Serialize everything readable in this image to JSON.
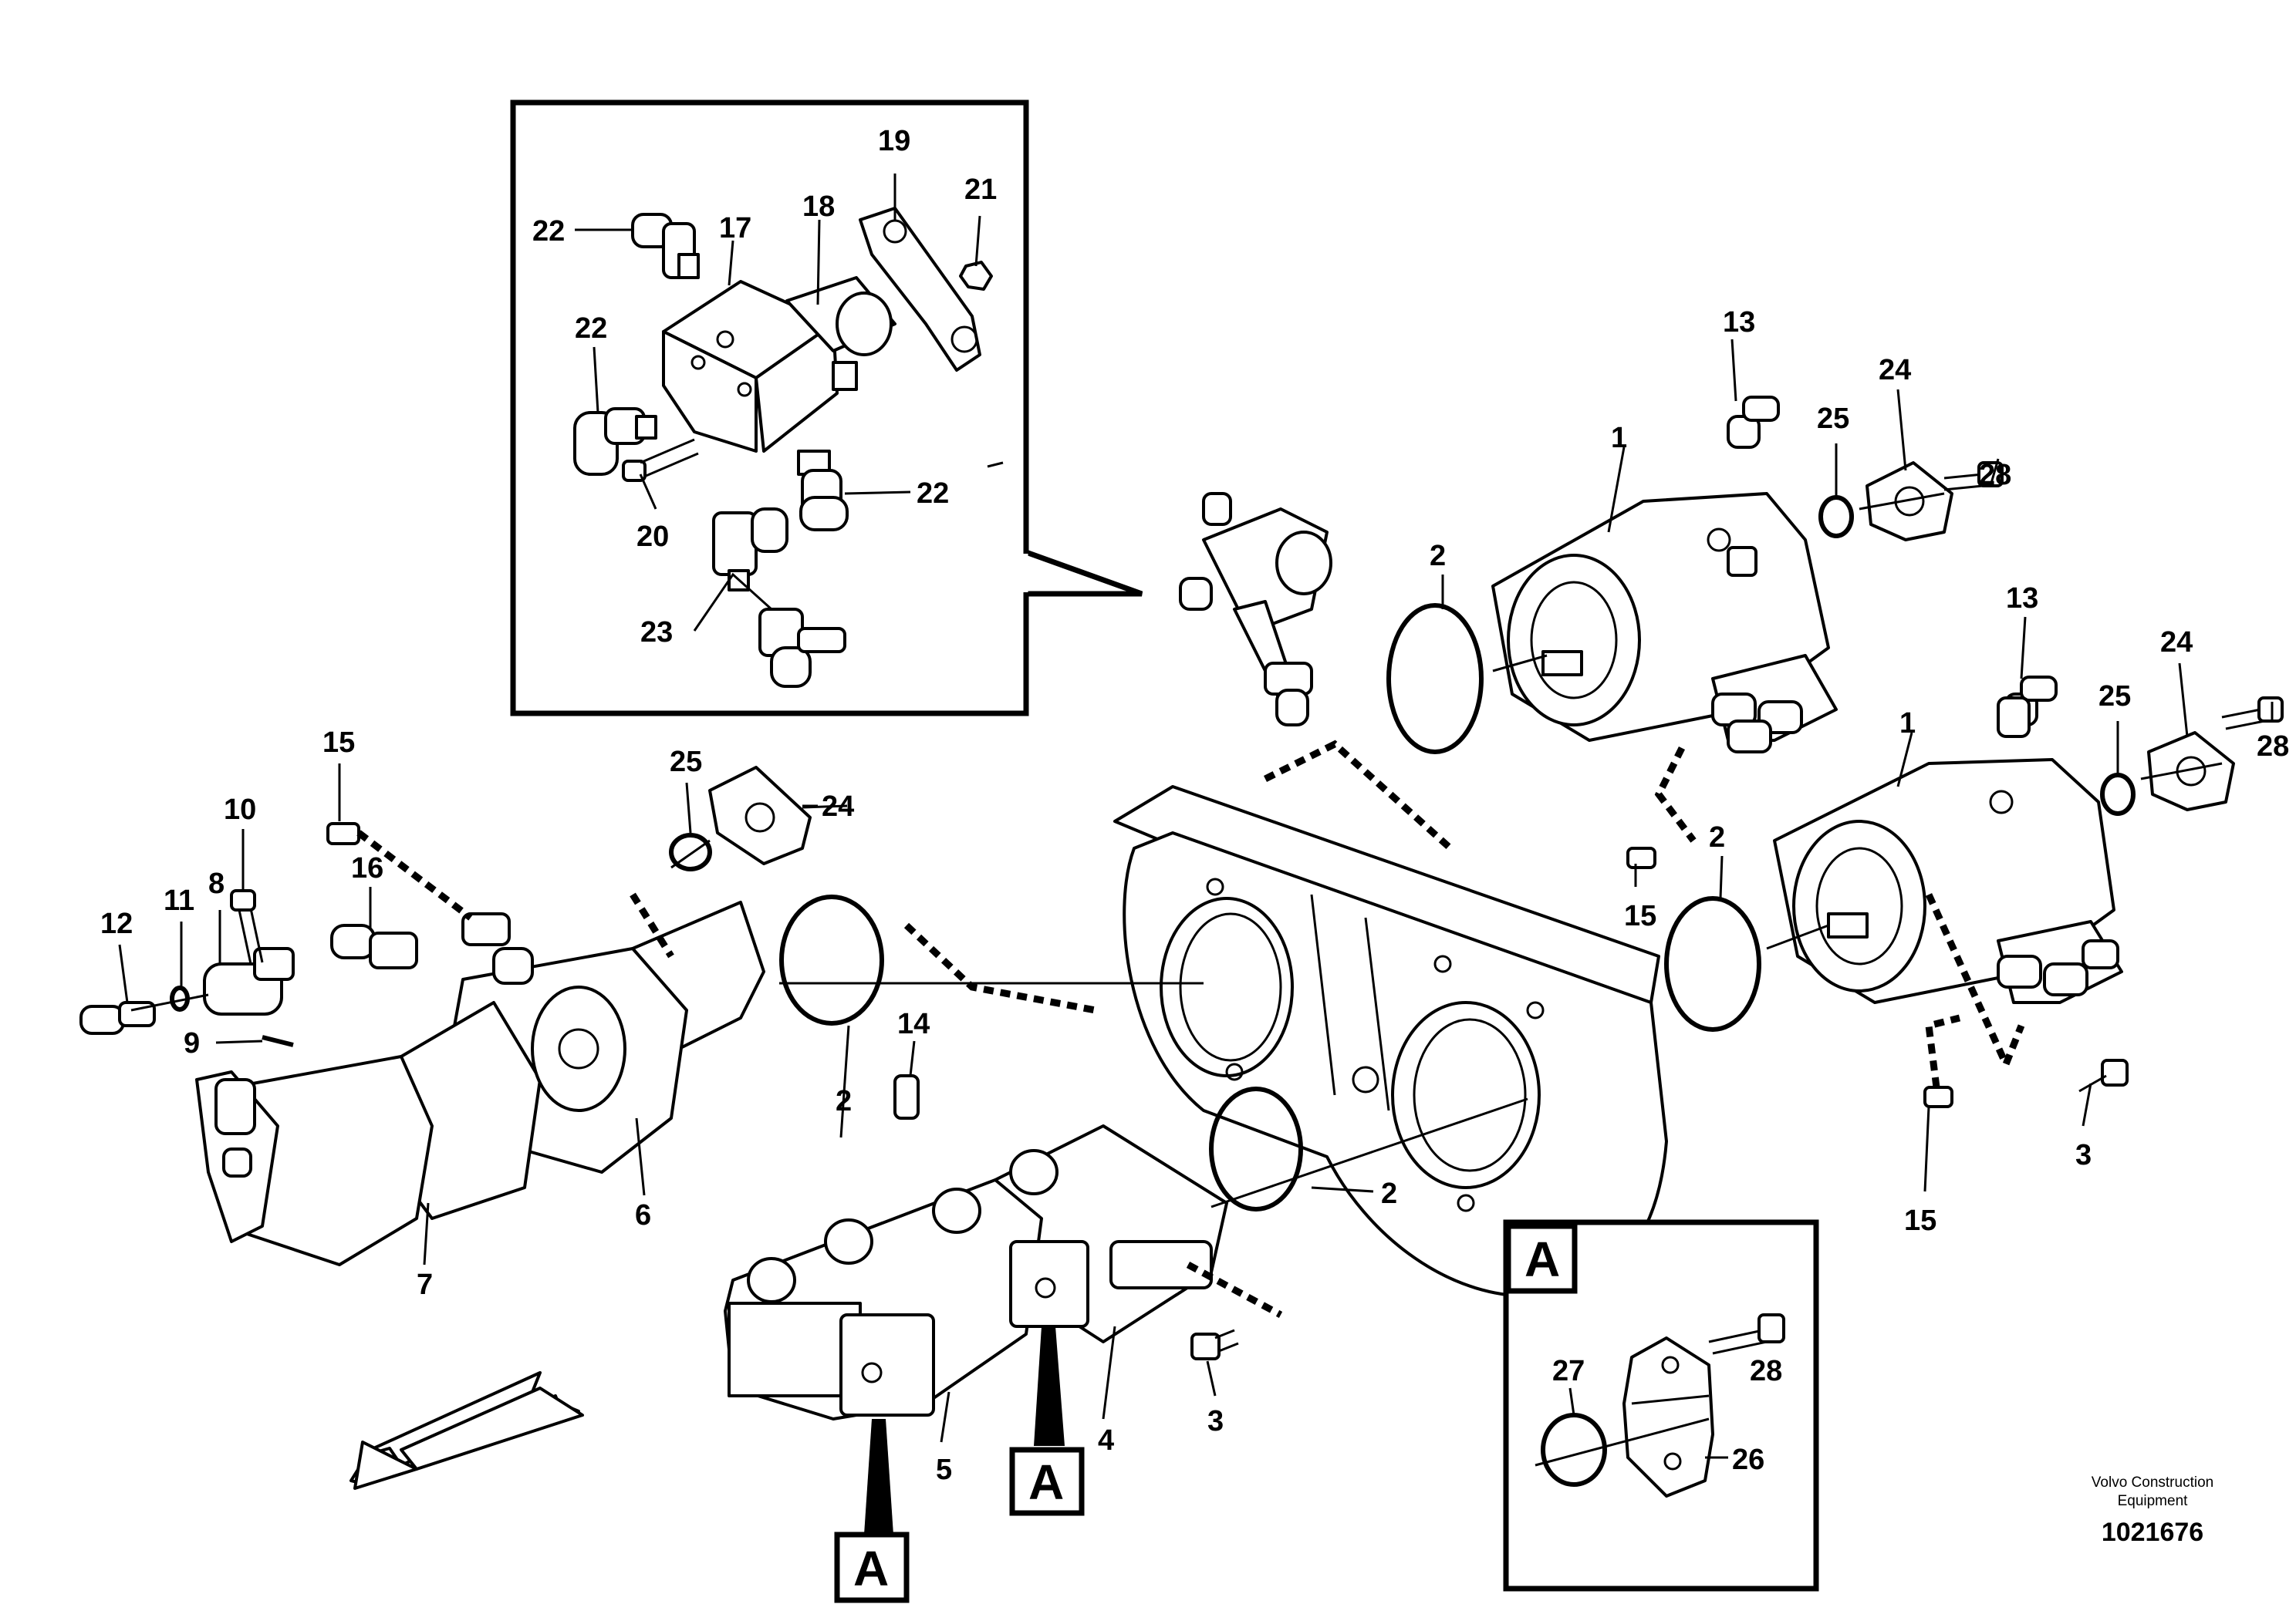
{
  "callouts": {
    "c1a": "1",
    "c1b": "1",
    "c2a": "2",
    "c2b": "2",
    "c2c": "2",
    "c2d": "2",
    "c3a": "3",
    "c3b": "3",
    "c4": "4",
    "c5": "5",
    "c6": "6",
    "c7": "7",
    "c8": "8",
    "c9": "9",
    "c10": "10",
    "c11": "11",
    "c12": "12",
    "c13a": "13",
    "c13b": "13",
    "c14": "14",
    "c15a": "15",
    "c15b": "15",
    "c15c": "15",
    "c16": "16",
    "c17": "17",
    "c18": "18",
    "c19": "19",
    "c20": "20",
    "c21": "21",
    "c22a": "22",
    "c22b": "22",
    "c22c": "22",
    "c23": "23",
    "c24a": "24",
    "c24b": "24",
    "c24c": "24",
    "c25a": "25",
    "c25b": "25",
    "c25c": "25",
    "c26": "26",
    "c27": "27",
    "c28a": "28",
    "c28b": "28",
    "c28c": "28"
  },
  "view_marker": "A",
  "credit_line1": "Volvo Construction",
  "credit_line2": "Equipment",
  "document_number": "1021676",
  "colors": {
    "ink": "#000000",
    "paper": "#ffffff"
  }
}
